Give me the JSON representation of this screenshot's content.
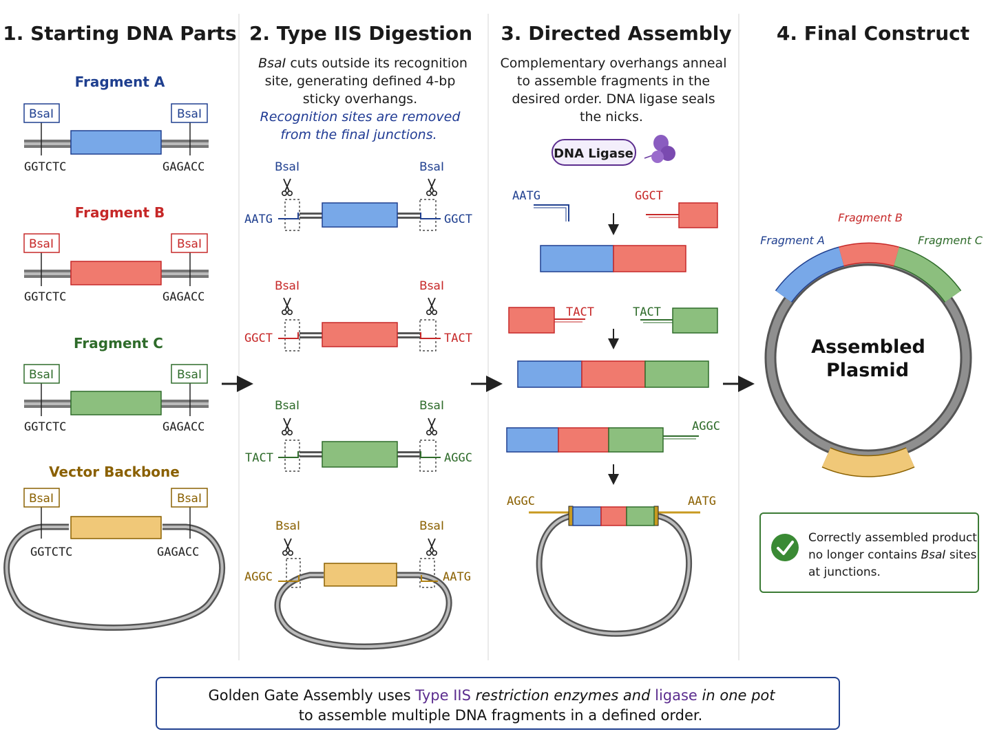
{
  "colors": {
    "blue": "#78a8e8",
    "blue_dark": "#1f3f8f",
    "red": "#f07a6e",
    "red_dark": "#c62828",
    "green": "#8cbf7e",
    "green_dark": "#2e6b2a",
    "yellow": "#f0c878",
    "yellow_dark": "#8a6000",
    "purple": "#5b2c8e",
    "ring": "#8f8f8f"
  },
  "panel1": {
    "title": "1. Starting DNA Parts",
    "fragment_a": "Fragment A",
    "fragment_b": "Fragment B",
    "fragment_c": "Fragment C",
    "vector": "Vector Backbone",
    "site": "BsaI",
    "left_seq": "GGTCTC",
    "right_seq": "GAGACC"
  },
  "panel2": {
    "title": "2. Type IIS Digestion",
    "desc_em": "BsaI",
    "desc_1": " cuts outside its recognition",
    "desc_2": "site, generating defined 4-bp",
    "desc_3": "sticky overhangs.",
    "desc_4": "Recognition sites are removed",
    "desc_5": "from the final junctions.",
    "site": "BsaI",
    "rows": [
      {
        "left": "AATG",
        "right": "GGCT"
      },
      {
        "left": "GGCT",
        "right": "TACT"
      },
      {
        "left": "TACT",
        "right": "AGGC"
      },
      {
        "left": "AGGC",
        "right": "AATG"
      }
    ]
  },
  "panel3": {
    "title": "3. Directed Assembly",
    "desc_1": "Complementary overhangs anneal",
    "desc_2": "to assemble fragments in the",
    "desc_3": "desired order. DNA ligase seals",
    "desc_4": "the nicks.",
    "ligase": "DNA Ligase",
    "step1_left": "AATG",
    "step1_right": "GGCT",
    "step2_left": "TACT",
    "step2_right": "TACT",
    "step3_right": "AGGC",
    "step4_left": "AGGC",
    "step4_right": "AATG"
  },
  "panel4": {
    "title": "4. Final Construct",
    "plasmid_1": "Assembled",
    "plasmid_2": "Plasmid",
    "frag_a": "Fragment A",
    "frag_b": "Fragment B",
    "frag_c": "Fragment C",
    "note_1": "Correctly assembled product",
    "note_2a": "no longer contains ",
    "note_2em": "BsaI",
    "note_2b": " sites",
    "note_3": "at junctions."
  },
  "footer": {
    "line1_a": "Golden Gate Assembly uses ",
    "line1_b": "Type IIS",
    "line1_c": " restriction enzymes and ",
    "line1_d": "ligase",
    "line1_e": " in one pot",
    "line2": "to assemble multiple DNA fragments in a defined order."
  }
}
